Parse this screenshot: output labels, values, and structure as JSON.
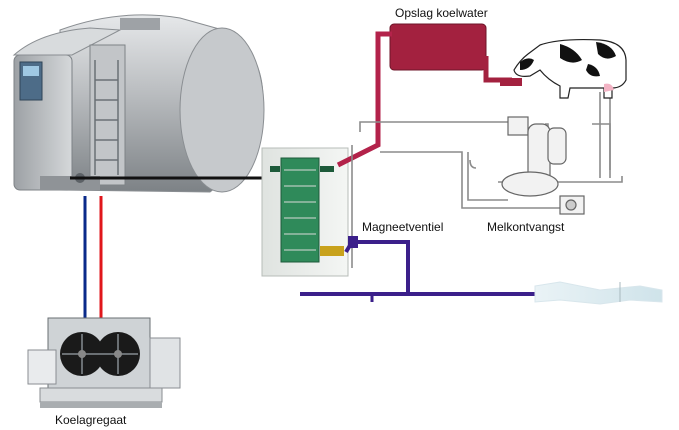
{
  "labels": {
    "storage_cooling_water": "Opslag  koelwater",
    "solenoid_valve": "Magneetventiel",
    "milk_receiver": "Melkontvangst",
    "cooling_unit": "Koelagregaat"
  },
  "colors": {
    "pipe_red": "#b3224a",
    "pipe_purple": "#3b1f8a",
    "pipe_blue": "#0a2a8a",
    "pipe_red_bright": "#e0161b",
    "tank_steel": "#b9bcbf",
    "plate_cooler_green": "#2f8a5a",
    "fan_black": "#1a1a1a",
    "water_tank": "#a3213f"
  }
}
